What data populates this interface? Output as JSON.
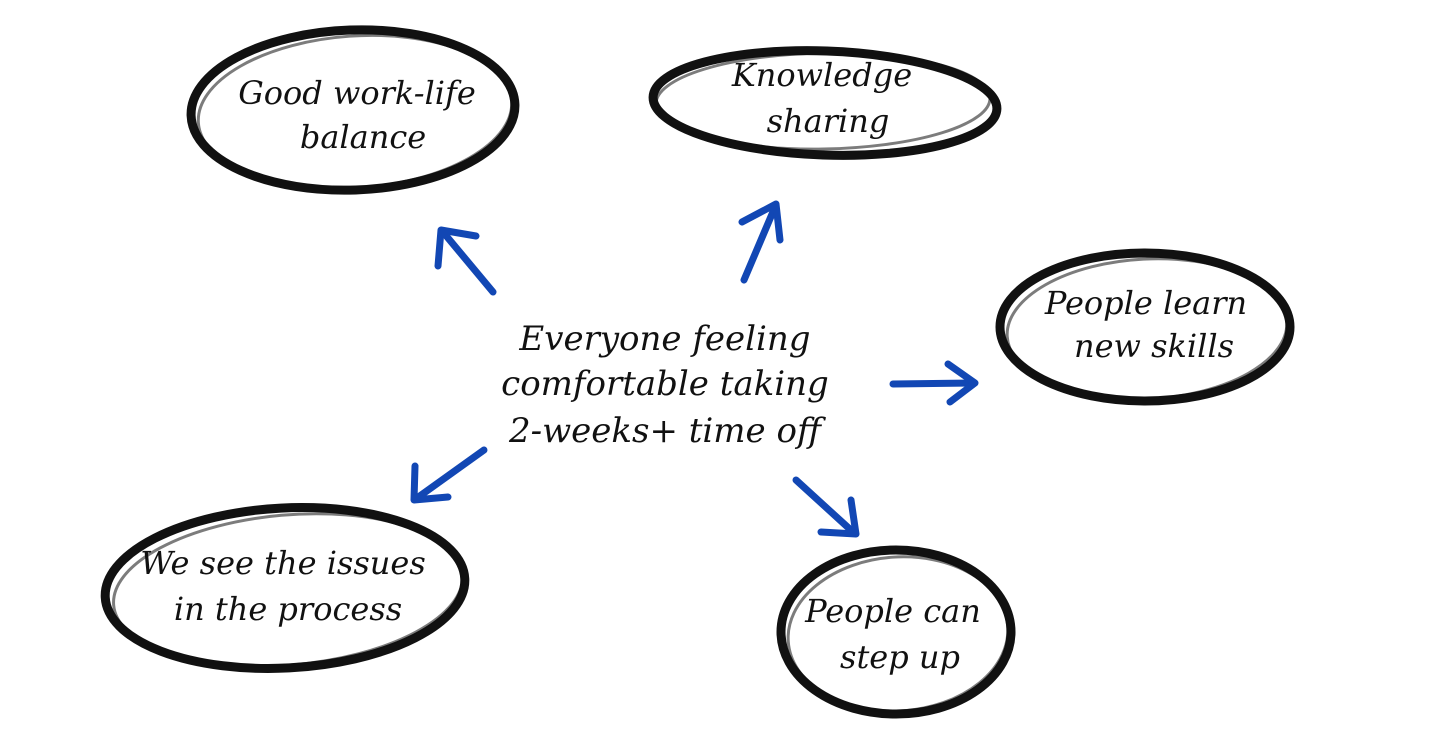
{
  "colors": {
    "background": "#ffffff",
    "ink": "#111111",
    "arrow": "#1247b4"
  },
  "center": {
    "lines": [
      "Everyone feeling",
      "comfortable taking",
      "2-weeks+ time off"
    ]
  },
  "outcomes": [
    {
      "id": "work-life-balance",
      "lines": [
        "Good work-life",
        "balance"
      ]
    },
    {
      "id": "knowledge-sharing",
      "lines": [
        "Knowledge",
        "sharing"
      ]
    },
    {
      "id": "learn-new-skills",
      "lines": [
        "People learn",
        "new skills"
      ]
    },
    {
      "id": "step-up",
      "lines": [
        "People can",
        "step up"
      ]
    },
    {
      "id": "see-issues",
      "lines": [
        "We see the issues",
        "in the process"
      ]
    }
  ]
}
